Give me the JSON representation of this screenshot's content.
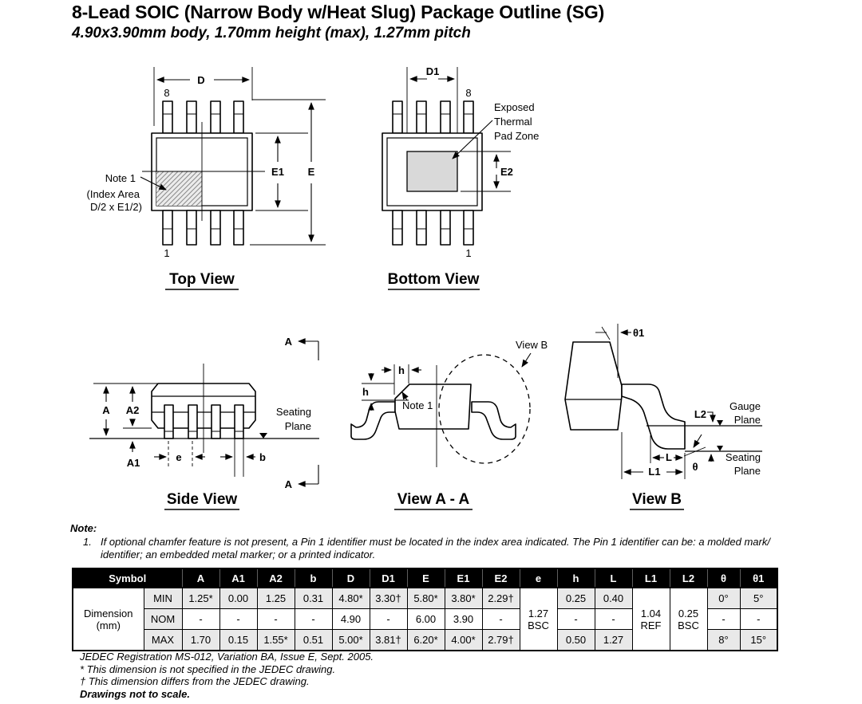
{
  "header": {
    "title": "8-Lead SOIC (Narrow Body w/Heat Slug) Package Outline (SG)",
    "subtitle": "4.90x3.90mm body, 1.70mm height (max), 1.27mm pitch"
  },
  "diagrams": {
    "top_view": {
      "title": "Top View",
      "dim_d": "D",
      "dim_e1": "E1",
      "dim_e": "E",
      "pin8": "8",
      "pin1": "1",
      "note1_line1": "Note 1",
      "note1_line2": "(Index Area",
      "note1_line3": "D/2 x E1/2)"
    },
    "bottom_view": {
      "title": "Bottom View",
      "dim_d1": "D1",
      "dim_e2": "E2",
      "pin8": "8",
      "pin1": "1",
      "pad_label_line1": "Exposed",
      "pad_label_line2": "Thermal",
      "pad_label_line3": "Pad Zone"
    },
    "side_view": {
      "title": "Side View",
      "dim_a": "A",
      "dim_a1": "A1",
      "dim_a2": "A2",
      "dim_e": "e",
      "dim_b": "b",
      "seating_line1": "Seating",
      "seating_line2": "Plane",
      "section_label": "A"
    },
    "view_aa": {
      "title": "View A - A",
      "dim_h": "h",
      "note1": "Note 1",
      "view_b_callout": "View B"
    },
    "view_b": {
      "title": "View B",
      "dim_theta1": "θ1",
      "dim_l2": "L2",
      "dim_l": "L",
      "dim_l1": "L1",
      "dim_theta": "θ",
      "gauge_line1": "Gauge",
      "gauge_line2": "Plane",
      "seating_line1": "Seating",
      "seating_line2": "Plane"
    }
  },
  "notes": {
    "label": "Note:",
    "item_number": "1.",
    "item_text": "If optional chamfer feature is not present, a Pin 1 identifier must be located in the index area indicated. The Pin 1 identifier can be: a molded mark/ identifier; an embedded metal marker; or a printed indicator."
  },
  "table": {
    "symbol_header": "Symbol",
    "row_group_label": "Dimension (mm)",
    "columns": [
      "A",
      "A1",
      "A2",
      "b",
      "D",
      "D1",
      "E",
      "E1",
      "E2",
      "e",
      "h",
      "L",
      "L1",
      "L2",
      "θ",
      "θ1"
    ],
    "rows": [
      {
        "label": "MIN",
        "values": [
          "1.25*",
          "0.00",
          "1.25",
          "0.31",
          "4.80*",
          "3.30†",
          "5.80*",
          "3.80*",
          "2.29†",
          "1.27 BSC",
          "0.25",
          "0.40",
          "1.04 REF",
          "0.25 BSC",
          "0°",
          "5°"
        ]
      },
      {
        "label": "NOM",
        "values": [
          "-",
          "-",
          "-",
          "-",
          "4.90",
          "-",
          "6.00",
          "3.90",
          "-",
          "",
          "-",
          "-",
          "",
          "",
          "-",
          "-"
        ]
      },
      {
        "label": "MAX",
        "values": [
          "1.70",
          "0.15",
          "1.55*",
          "0.51",
          "5.00*",
          "3.81†",
          "6.20*",
          "4.00*",
          "2.79†",
          "",
          "0.50",
          "1.27",
          "",
          "",
          "8°",
          "15°"
        ]
      }
    ]
  },
  "footer": {
    "jedec_line": "JEDEC Registration MS-012, Variation BA, Issue E, Sept. 2005.",
    "star_note": "* This dimension is not specified in the JEDEC drawing.",
    "dagger_note": "† This dimension differs from the JEDEC drawing.",
    "scale_note": "Drawings not to scale."
  },
  "colors": {
    "table_header_bg": "#000000",
    "shaded_cell": "#e9e9e9",
    "thermal_pad": "#d9d9d9"
  }
}
